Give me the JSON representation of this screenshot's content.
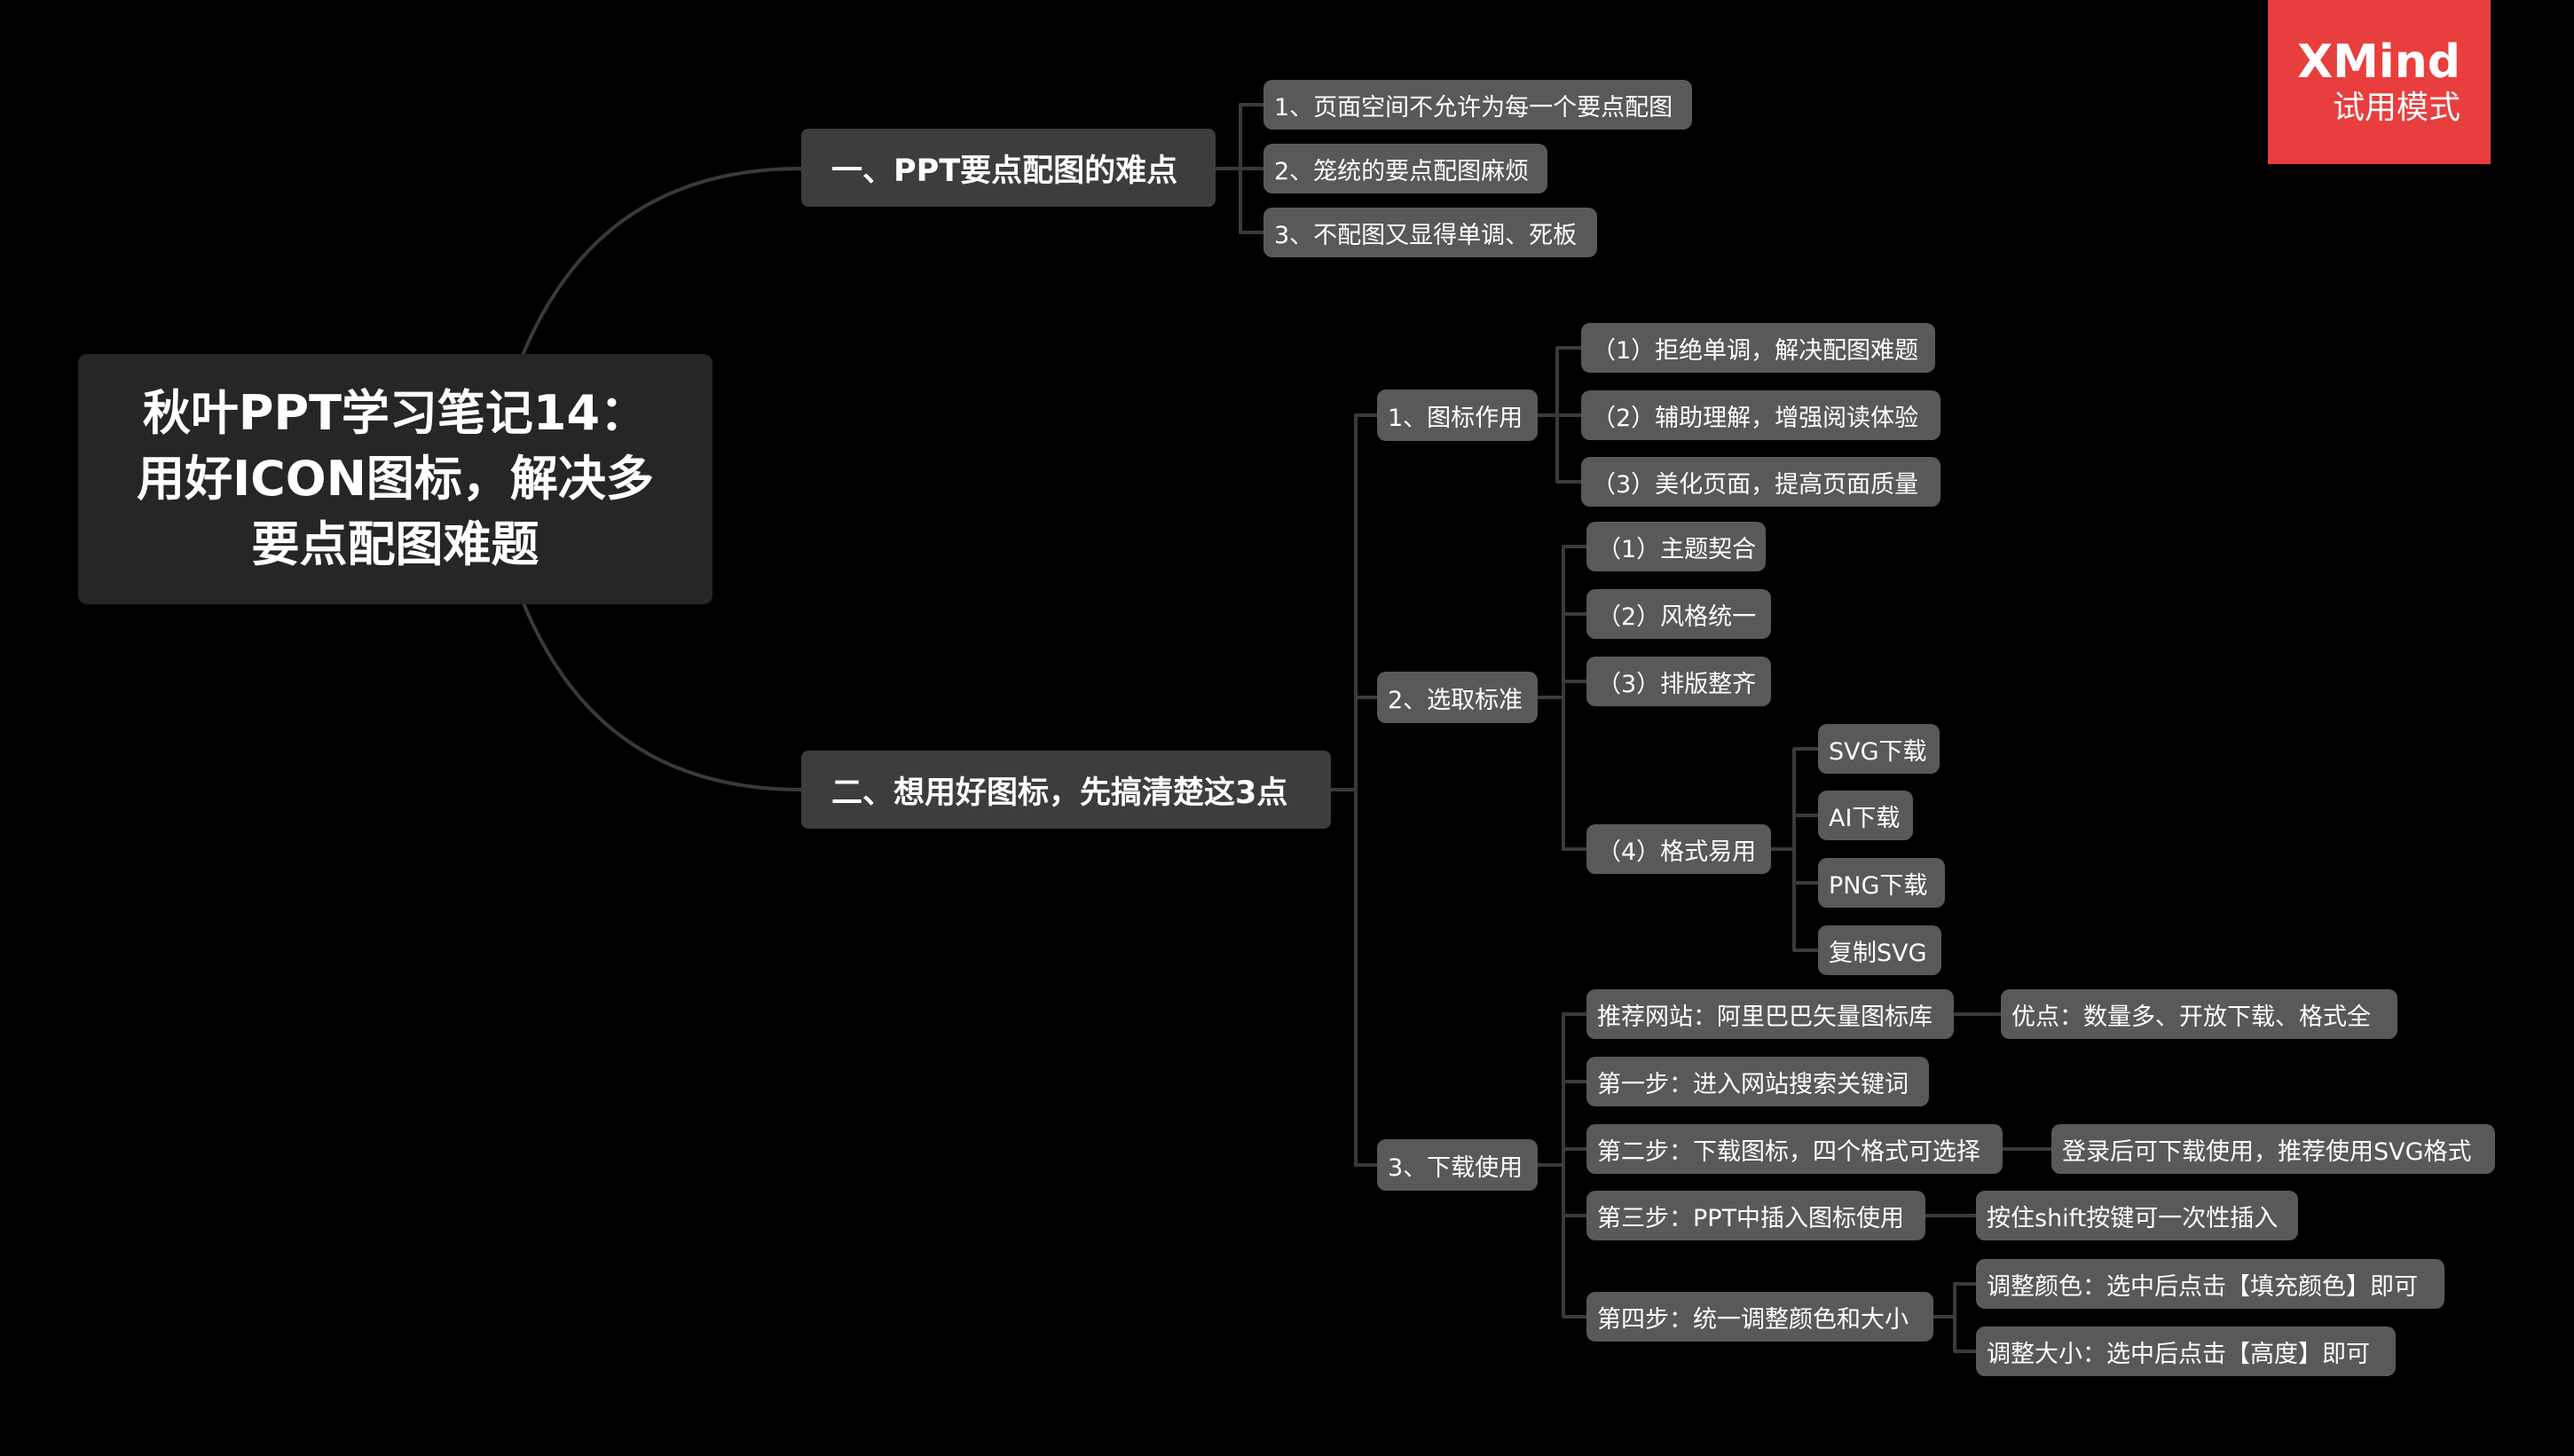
{
  "root": {
    "lines": [
      "秋叶PPT学习笔记14：",
      "用好ICON图标，解决多",
      "要点配图难题"
    ]
  },
  "branch1": {
    "label": "一、PPT要点配图的难点",
    "items": [
      "1、页面空间不允许为每一个要点配图",
      "2、笼统的要点配图麻烦",
      "3、不配图又显得单调、死板"
    ]
  },
  "branch2": {
    "label": "二、想用好图标，先搞清楚这3点",
    "sec1": {
      "label": "1、图标作用",
      "items": [
        "（1）拒绝单调，解决配图难题",
        "（2）辅助理解，增强阅读体验",
        "（3）美化页面，提高页面质量"
      ]
    },
    "sec2": {
      "label": "2、选取标准",
      "items": [
        "（1）主题契合",
        "（2）风格统一",
        "（3）排版整齐",
        "（4）格式易用"
      ],
      "formats": [
        "SVG下载",
        "AI下载",
        "PNG下载",
        "复制SVG"
      ]
    },
    "sec3": {
      "label": "3、下载使用",
      "items": [
        "推荐网站：阿里巴巴矢量图标库",
        "第一步：进入网站搜索关键词",
        "第二步：下载图标，四个格式可选择",
        "第三步：PPT中插入图标使用",
        "第四步：统一调整颜色和大小"
      ],
      "notes": {
        "site": "优点：数量多、开放下载、格式全",
        "step2": "登录后可下载使用，推荐使用SVG格式",
        "step3": "按住shift按键可一次性插入",
        "step4a": "调整颜色：选中后点击【填充颜色】即可",
        "step4b": "调整大小：选中后点击【高度】即可"
      }
    }
  },
  "brand": {
    "name": "XMind",
    "mode": "试用模式",
    "color": "#e83e3e"
  },
  "colors": {
    "background": "#000000",
    "root": "#262626",
    "main": "#3d3d3d",
    "sub": "#595959",
    "line": "#3a3a3a"
  }
}
